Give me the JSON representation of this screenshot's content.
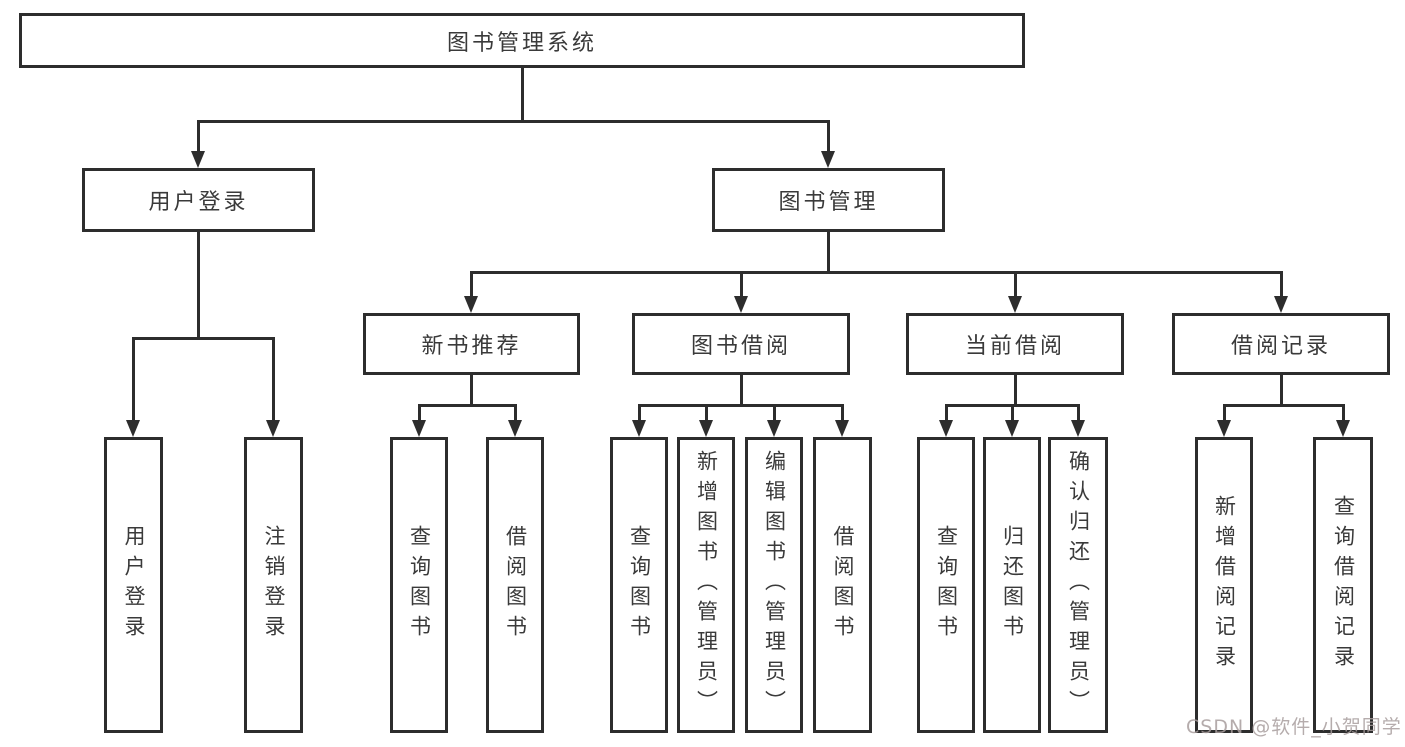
{
  "diagram": {
    "type": "tree",
    "language": "zh-CN",
    "colors": {
      "line": "#2d2d2d",
      "text": "#3a3a3a",
      "background": "#ffffff",
      "watermark": "#a89e9e"
    },
    "tree": {
      "root": {
        "label": "图书管理系统",
        "children": [
          {
            "label": "用户登录",
            "children": [
              {
                "label": "用户登录"
              },
              {
                "label": "注销登录"
              }
            ]
          },
          {
            "label": "图书管理",
            "children": [
              {
                "label": "新书推荐",
                "children": [
                  {
                    "label": "查询图书"
                  },
                  {
                    "label": "借阅图书"
                  }
                ]
              },
              {
                "label": "图书借阅",
                "children": [
                  {
                    "label": "查询图书"
                  },
                  {
                    "label": "新增图书（管理员）"
                  },
                  {
                    "label": "编辑图书（管理员）"
                  },
                  {
                    "label": "借阅图书"
                  }
                ]
              },
              {
                "label": "当前借阅",
                "children": [
                  {
                    "label": "查询图书"
                  },
                  {
                    "label": "归还图书"
                  },
                  {
                    "label": "确认归还（管理员）"
                  }
                ]
              },
              {
                "label": "借阅记录",
                "children": [
                  {
                    "label": "新增借阅记录"
                  },
                  {
                    "label": "查询借阅记录"
                  }
                ]
              }
            ]
          }
        ]
      }
    }
  },
  "watermark": {
    "text": "CSDN @软件_小贺同学"
  }
}
